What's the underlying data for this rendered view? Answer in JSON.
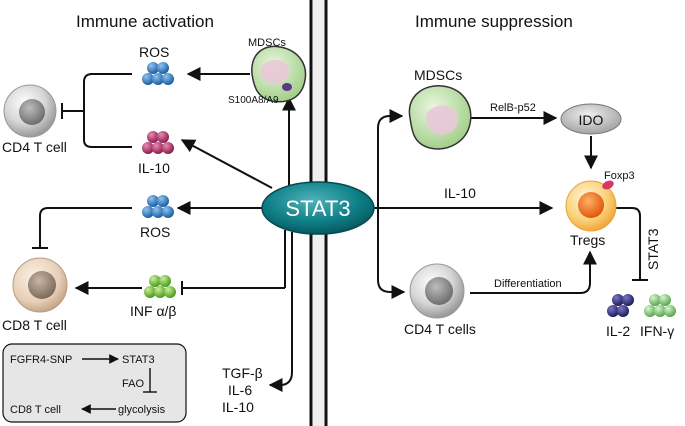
{
  "headings": {
    "left": "Immune activation",
    "right": "Immune suppression"
  },
  "center": {
    "label": "STAT3"
  },
  "left": {
    "mdscs_label": "MDSCs",
    "s100_label": "S100A8/A9",
    "ros_top": "ROS",
    "il10": "IL-10",
    "cd4": "CD4 T cell",
    "ros_mid": "ROS",
    "inf": "INF α/β",
    "cd8": "CD8 T cell",
    "cytokines": [
      "TGF-β",
      "IL-6",
      "IL-10"
    ]
  },
  "inset": {
    "fgfr4": "FGFR4-SNP",
    "stat3": "STAT3",
    "fao": "FAO",
    "cd8": "CD8 T cell",
    "glycolysis": "glycolysis"
  },
  "right": {
    "mdscs_label": "MDSCs",
    "relb": "RelB-p52",
    "ido": "IDO",
    "il10": "IL-10",
    "foxp3": "Foxp3",
    "tregs": "Tregs",
    "stat3_vertical": "STAT3",
    "cd4": "CD4 T cells",
    "differentiation": "Differentiation",
    "il2": "IL-2",
    "ifn": "IFN-γ"
  },
  "colors": {
    "stat3_fill": "#0d7e86",
    "ros": "#2a7ec6",
    "il10": "#b5306a",
    "inf": "#7cc242",
    "il2": "#33307a",
    "ifn": "#82c878",
    "mdsc": "#c9e6b4",
    "treg_outer": "#f8c45c",
    "treg_inner": "#f07a1c",
    "foxp3": "#d8356a",
    "ido": "#c4c4c4"
  }
}
